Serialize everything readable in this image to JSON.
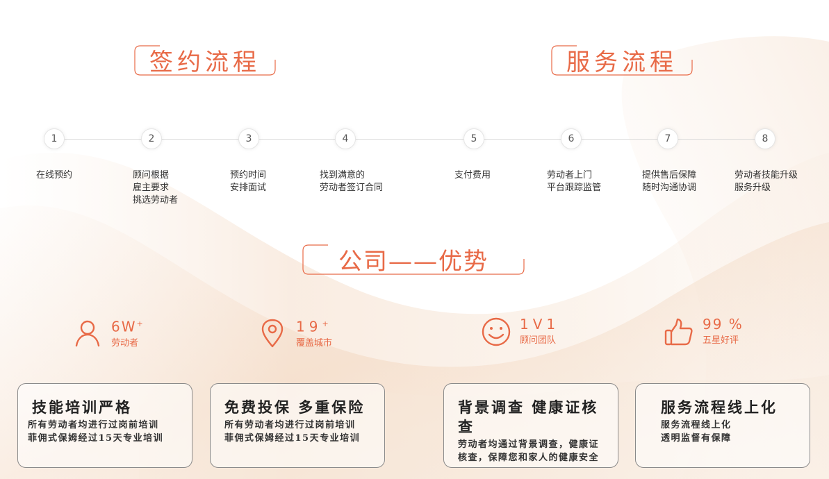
{
  "sections": {
    "sign_title": "签约流程",
    "service_title": "服务流程",
    "advantage_title": "公司——优势"
  },
  "steps": [
    {
      "num": "1",
      "text": "在线预约"
    },
    {
      "num": "2",
      "text": "顾问根据\n雇主要求\n挑选劳动者"
    },
    {
      "num": "3",
      "text": "预约时间\n安排面试"
    },
    {
      "num": "4",
      "text": "找到满意的\n劳动者签订合同"
    },
    {
      "num": "5",
      "text": "支付费用"
    },
    {
      "num": "6",
      "text": "劳动者上门\n平台跟踪监管"
    },
    {
      "num": "7",
      "text": "提供售后保障\n随时沟通协调"
    },
    {
      "num": "8",
      "text": "劳动者技能升级\n服务升级"
    }
  ],
  "stats": [
    {
      "icon": "person-icon",
      "value": "6W",
      "suffix": "+",
      "label": "劳动者"
    },
    {
      "icon": "location-pin-icon",
      "value": "19",
      "suffix": "+",
      "label": "覆盖城市"
    },
    {
      "icon": "smiley-icon",
      "value": "1V1",
      "suffix": "",
      "label": "顾问团队"
    },
    {
      "icon": "thumbs-up-icon",
      "value": "99 %",
      "suffix": "",
      "label": "五星好评"
    }
  ],
  "cards": [
    {
      "title": "技能培训严格",
      "desc": "所有劳动者均进行过岗前培训\n菲佣式保姆经过15天专业培训"
    },
    {
      "title": "免费投保 多重保险",
      "desc": "所有劳动者均进行过岗前培训\n菲佣式保姆经过15天专业培训"
    },
    {
      "title": "背景调查 健康证核查",
      "desc": "劳动者均通过背景调查，健康证\n核查，保障您和家人的健康安全"
    },
    {
      "title": "服务流程线上化",
      "desc": "服务流程线上化\n透明监督有保障"
    }
  ],
  "colors": {
    "accent": "#e86a47",
    "card_border": "#8a8a8a",
    "line": "#d9d9d9"
  }
}
